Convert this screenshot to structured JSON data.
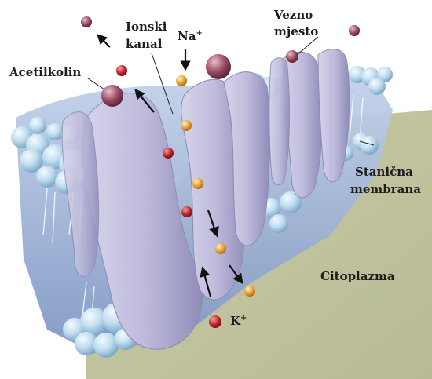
{
  "labels": {
    "acetilkolin": "Acetilkolin",
    "ionski": "Ionski",
    "kanal": "kanal",
    "na": "Na",
    "na_charge": "+",
    "vezno": "Vezno",
    "mjesto": "mjesto",
    "stanicna": "Stanična",
    "membrana": "membrana",
    "citoplazma": "Citoplazma",
    "k": "K",
    "k_charge": "+"
  },
  "colors": {
    "sodium_ion": "#e8a233",
    "potassium_ion": "#c1272d",
    "acetylcholine": "#9a4a62",
    "protein": "#b7b4d3",
    "lipid_head": "#b9d8ea",
    "cytoplasm": "#c9c9a6",
    "membrane_body": "#9fb5d8"
  }
}
